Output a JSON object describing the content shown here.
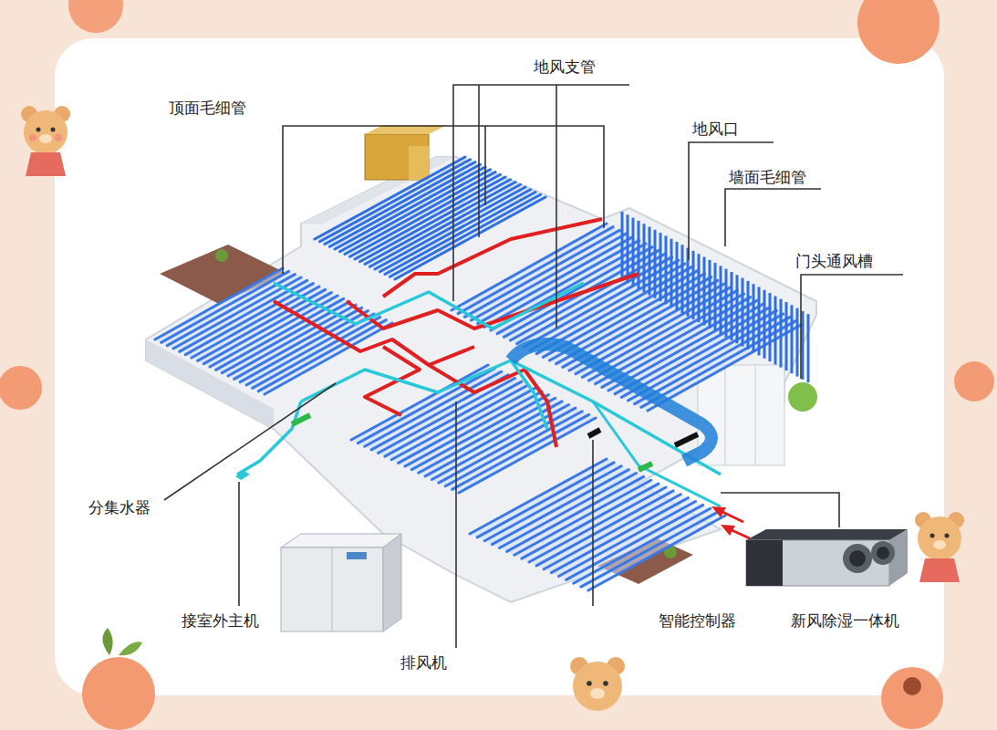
{
  "diagram": {
    "labels": [
      "地风支管",
      "顶面毛细管",
      "地风口",
      "墙面毛细管",
      "门头通风槽",
      "分集水器",
      "接室外主机",
      "排风机",
      "智能控制器",
      "新风除湿一体机"
    ]
  }
}
